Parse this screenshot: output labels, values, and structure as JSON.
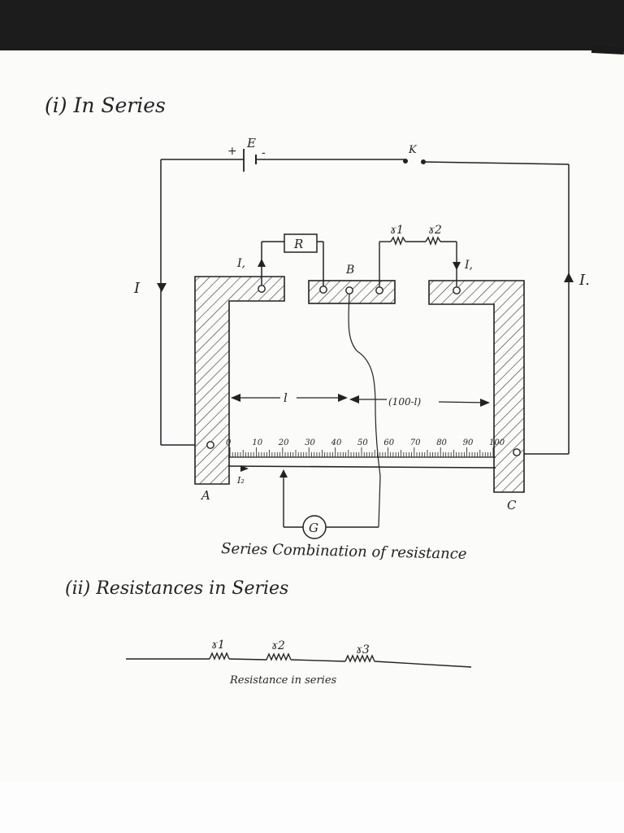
{
  "headings": {
    "series": "(i) In Series",
    "resistances": "(ii) Resistances in Series"
  },
  "captions": {
    "bridge": "Series Combination of resistance",
    "chain": "Resistance in series"
  },
  "circuit": {
    "battery": {
      "label": "E",
      "plus": "+",
      "minus": "-"
    },
    "key": "K",
    "current_main": "I",
    "current_main_right": "I.",
    "current_1": "I,",
    "current_1_right": "I,",
    "current_2": "I₂",
    "resistor": "R",
    "r1": "ɤ1",
    "r2": "ɤ2",
    "galvanometer": "G",
    "terminal_a": "A",
    "terminal_b": "B",
    "terminal_c": "C",
    "length_left": "l",
    "length_right": "(100-l)"
  },
  "scale": {
    "ticks": [
      "0",
      "10",
      "20",
      "30",
      "40",
      "50",
      "60",
      "70",
      "80",
      "90",
      "100"
    ]
  },
  "chain": {
    "r1": "ɤ1",
    "r2": "ɤ2",
    "r3": "ɤ3"
  },
  "colors": {
    "ink": "#222222",
    "paper": "#fbfbfa"
  }
}
